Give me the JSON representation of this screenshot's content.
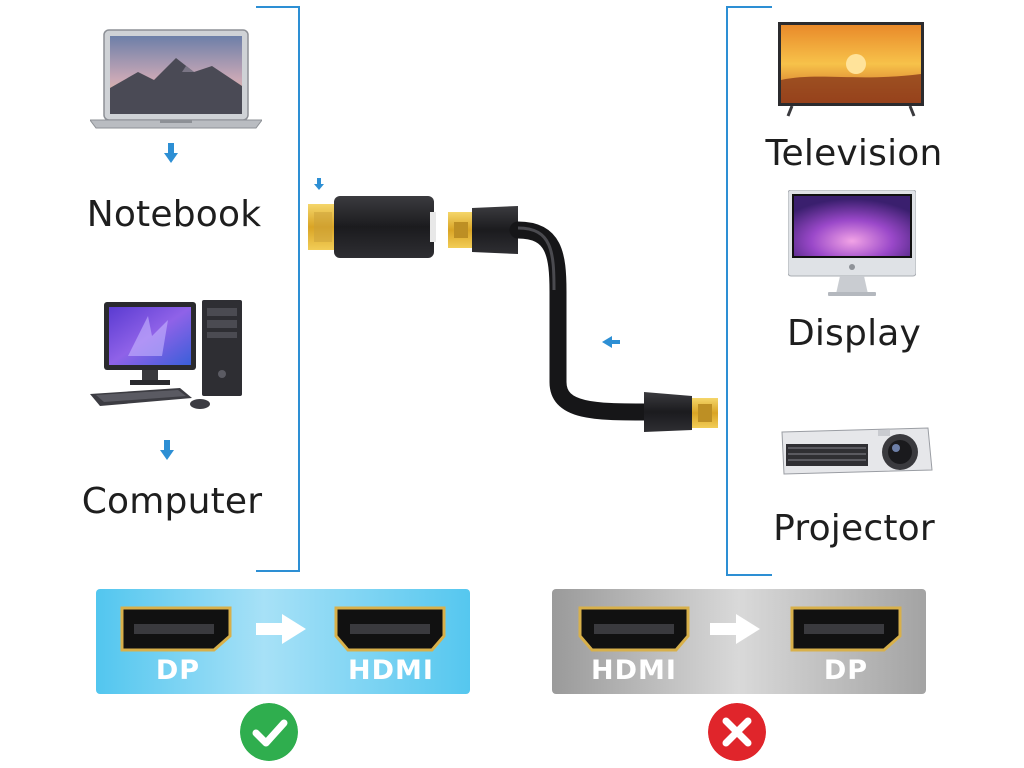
{
  "source_devices": [
    {
      "id": "notebook",
      "label": "Notebook",
      "icon": "laptop-icon"
    },
    {
      "id": "computer",
      "label": "Computer",
      "icon": "desktop-computer-icon"
    }
  ],
  "target_devices": [
    {
      "id": "television",
      "label": "Television",
      "icon": "television-icon"
    },
    {
      "id": "display",
      "label": "Display",
      "icon": "monitor-icon"
    },
    {
      "id": "projector",
      "label": "Projector",
      "icon": "projector-icon"
    }
  ],
  "direction_supported": {
    "from": "DP",
    "to": "HDMI",
    "status": "supported",
    "icon": "check-icon"
  },
  "direction_unsupported": {
    "from": "HDMI",
    "to": "DP",
    "status": "unsupported",
    "icon": "cross-icon"
  },
  "colors": {
    "accent_blue": "#2d8fd4",
    "panel_blue": "#52c6ef",
    "panel_gray": "#a8a8a8",
    "check_green": "#2fae4e",
    "cross_red": "#e0252b",
    "connector_gold": "#e2b22c"
  }
}
